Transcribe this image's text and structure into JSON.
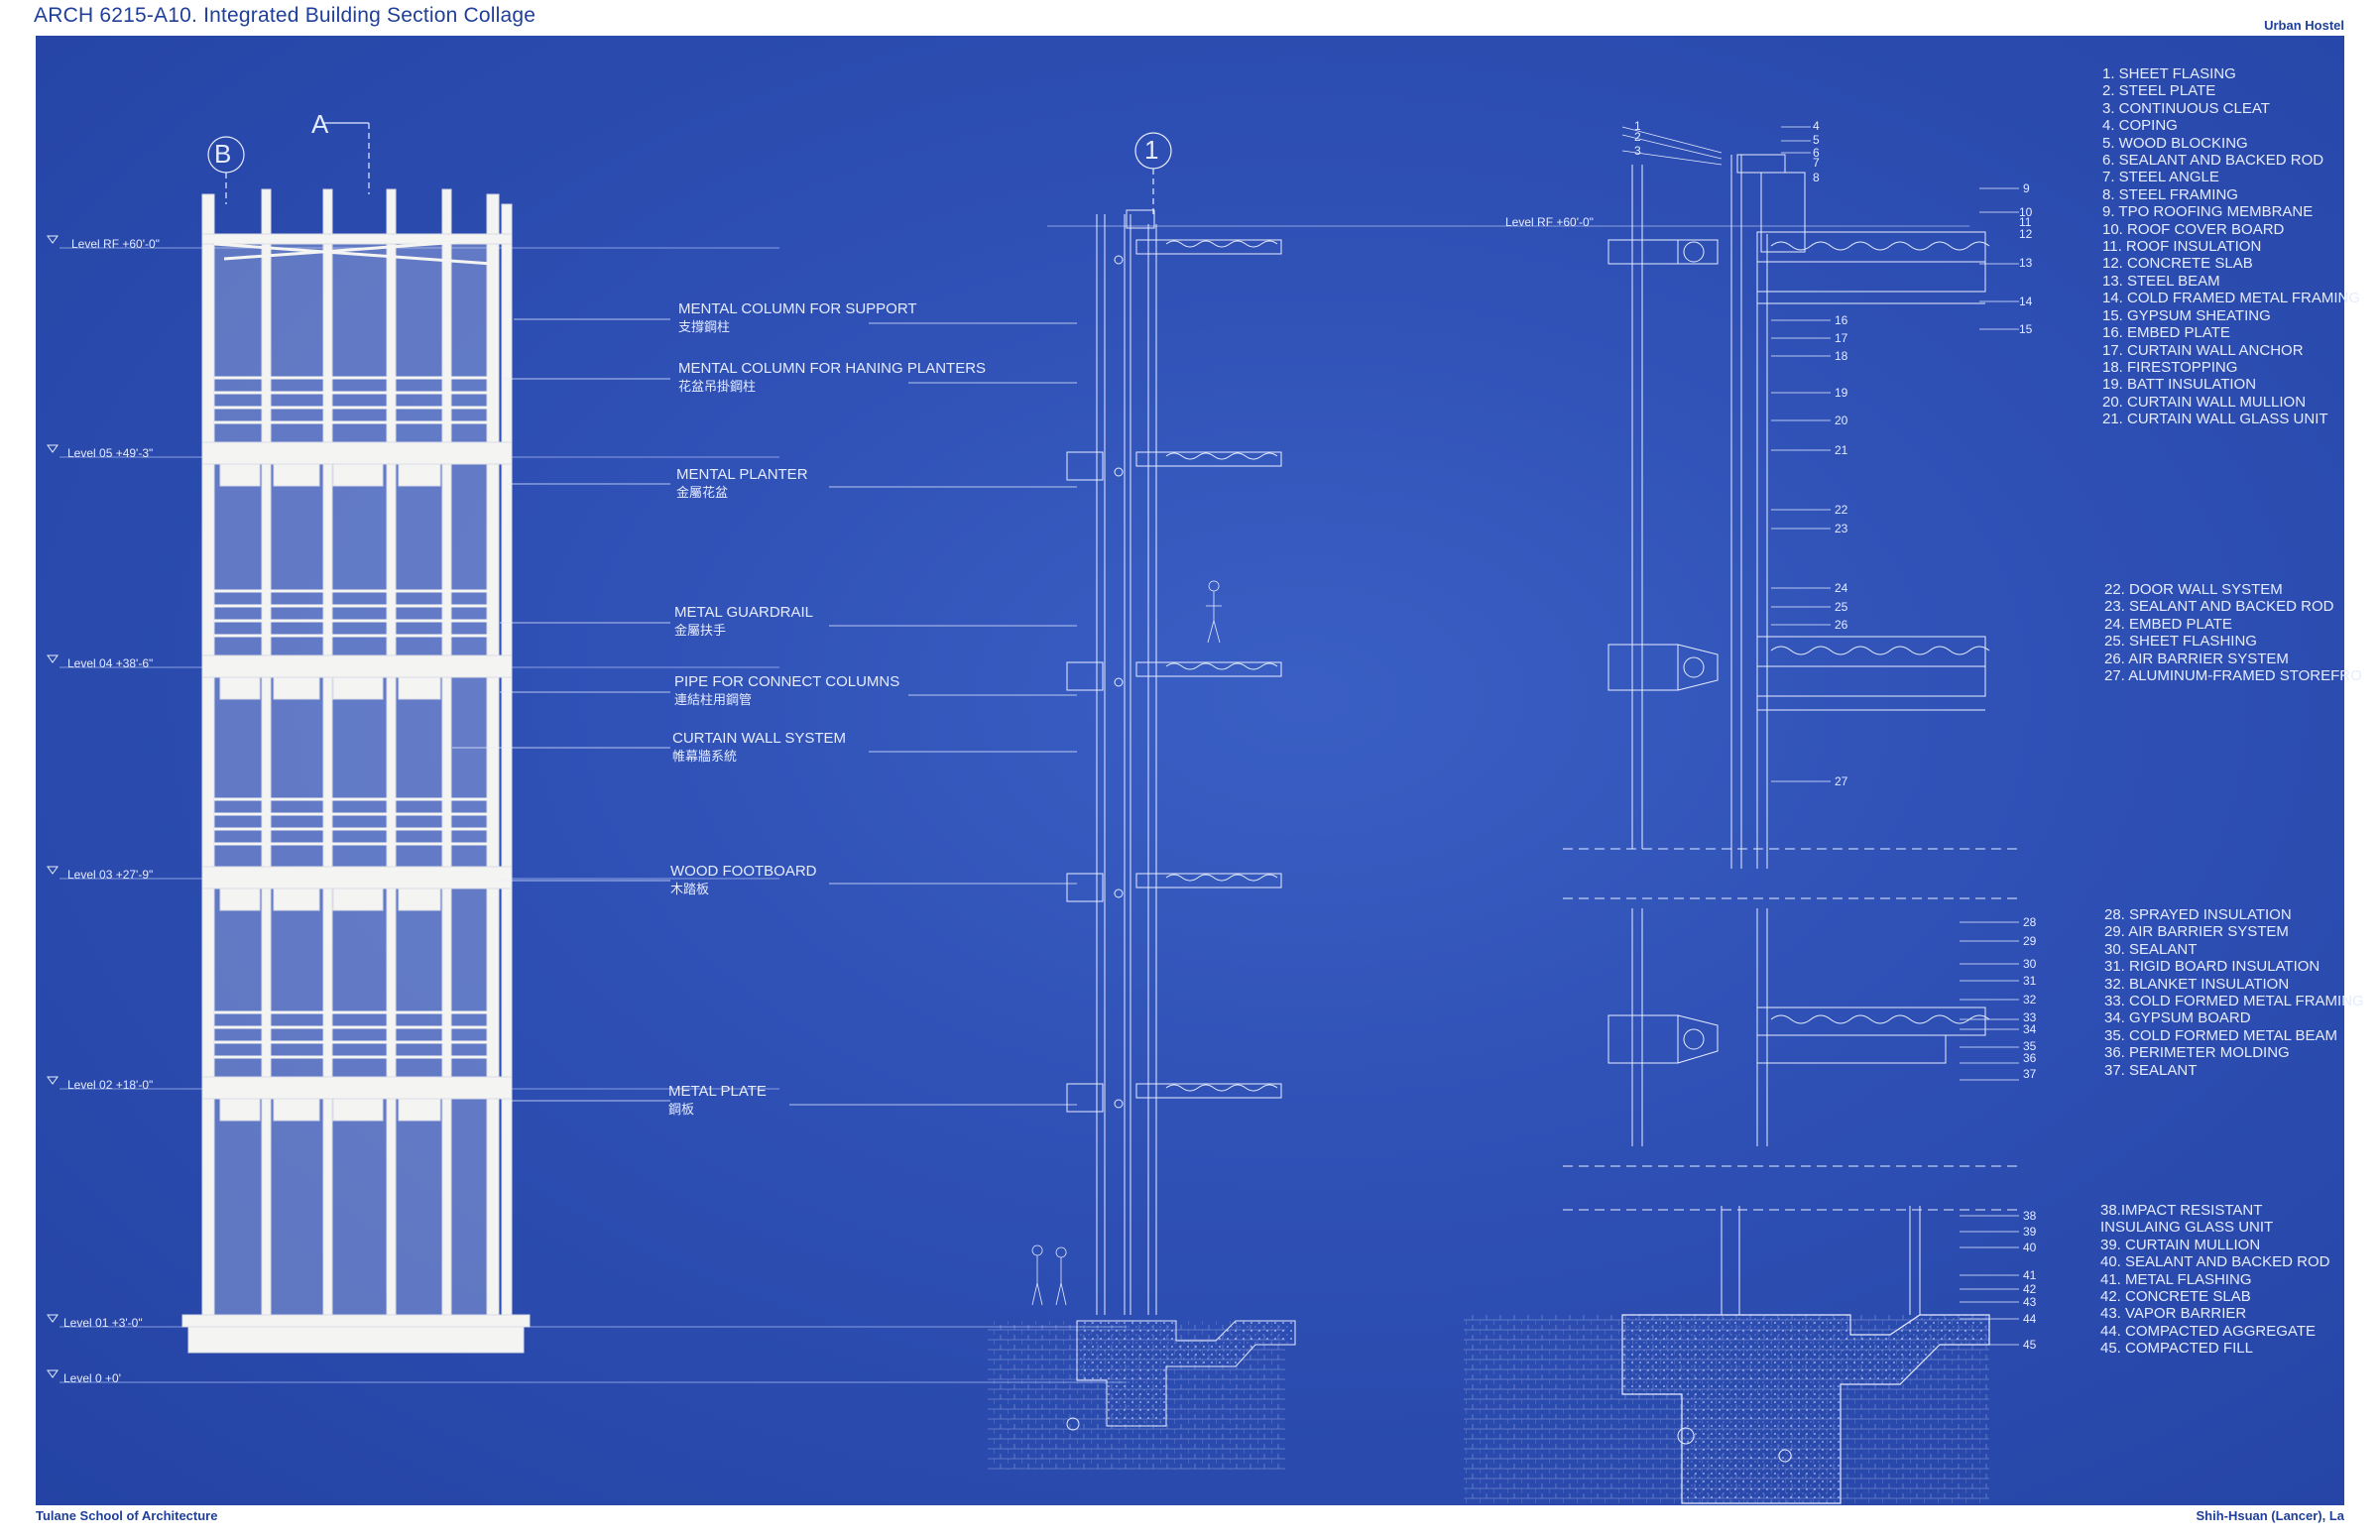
{
  "header": {
    "title": "ARCH 6215-A10. Integrated Building Section Collage",
    "project": "Urban Hostel"
  },
  "footer": {
    "school": "Tulane School of Architecture",
    "author": "Shih-Hsuan (Lancer), La"
  },
  "grid_labels": {
    "b": "B",
    "a": "A",
    "one": "1"
  },
  "levels": [
    "Level RF +60'-0\"",
    "Level 05 +49'-3\"",
    "Level 04 +38'-6\"",
    "Level 03 +27'-9\"",
    "Level 02 +18'-0\"",
    "Level 01 +3'-0\"",
    "Level 0 +0'"
  ],
  "detail_level": "Level RF +60'-0\"",
  "callouts": [
    {
      "en": "MENTAL COLUMN FOR SUPPORT",
      "zh": "支撐鋼柱"
    },
    {
      "en": "MENTAL COLUMN FOR HANING PLANTERS",
      "zh": "花盆吊掛鋼柱"
    },
    {
      "en": "MENTAL PLANTER",
      "zh": "金屬花盆"
    },
    {
      "en": "METAL GUARDRAIL",
      "zh": "金屬扶手"
    },
    {
      "en": "PIPE FOR CONNECT COLUMNS",
      "zh": "連結柱用鋼管"
    },
    {
      "en": "CURTAIN WALL SYSTEM",
      "zh": "帷幕牆系統"
    },
    {
      "en": "WOOD FOOTBOARD",
      "zh": "木踏板"
    },
    {
      "en": "METAL PLATE",
      "zh": "鋼板"
    }
  ],
  "legend_groups": [
    [
      "1. SHEET FLASING",
      "2. STEEL PLATE",
      "3. CONTINUOUS CLEAT",
      "4. COPING",
      "5. WOOD BLOCKING",
      "6. SEALANT AND BACKED ROD",
      "7. STEEL ANGLE",
      "8. STEEL FRAMING",
      "9. TPO ROOFING MEMBRANE",
      "10. ROOF COVER BOARD",
      "11. ROOF INSULATION",
      "12. CONCRETE SLAB",
      "13. STEEL BEAM",
      "14. COLD FRAMED METAL FRAMING",
      "15. GYPSUM SHEATING",
      "16. EMBED PLATE",
      "17. CURTAIN WALL ANCHOR",
      "18. FIRESTOPPING",
      "19. BATT INSULATION",
      "20. CURTAIN WALL MULLION",
      "21. CURTAIN WALL GLASS UNIT"
    ],
    [
      "22. DOOR WALL SYSTEM",
      "23. SEALANT AND BACKED ROD",
      "24. EMBED PLATE",
      "25. SHEET FLASHING",
      "26. AIR BARRIER SYSTEM",
      "27. ALUMINUM-FRAMED STOREFRO"
    ],
    [
      "28. SPRAYED INSULATION",
      "29. AIR BARRIER SYSTEM",
      "30. SEALANT",
      "31. RIGID BOARD INSULATION",
      "32. BLANKET INSULATION",
      "33. COLD FORMED METAL FRAMING",
      "34. GYPSUM BOARD",
      "35. COLD FORMED METAL BEAM",
      "36. PERIMETER MOLDING",
      "37. SEALANT"
    ],
    [
      "38.IMPACT RESISTANT",
      "INSULAING GLASS UNIT",
      "39. CURTAIN MULLION",
      "40. SEALANT AND BACKED ROD",
      "41. METAL FLASHING",
      "42. CONCRETE SLAB",
      "43. VAPOR BARRIER",
      "44. COMPACTED AGGREGATE",
      "45. COMPACTED FILL"
    ]
  ],
  "detail_numbers_left": [
    "1",
    "2",
    "3"
  ],
  "detail_numbers_right": [
    "4",
    "5",
    "6",
    "7",
    "8",
    "9",
    "10",
    "11",
    "12",
    "13",
    "14",
    "15",
    "16",
    "17",
    "18",
    "19",
    "20",
    "21",
    "22",
    "23",
    "24",
    "25",
    "26",
    "27",
    "28",
    "29",
    "30",
    "31",
    "32",
    "33",
    "34",
    "35",
    "36",
    "37",
    "38",
    "39",
    "40",
    "41",
    "42",
    "43",
    "44",
    "45"
  ],
  "colors": {
    "paper": "#2e4fb4",
    "line": "#e6ecff",
    "header_text": "#1f3f9a",
    "model": "#f4f4f2"
  }
}
